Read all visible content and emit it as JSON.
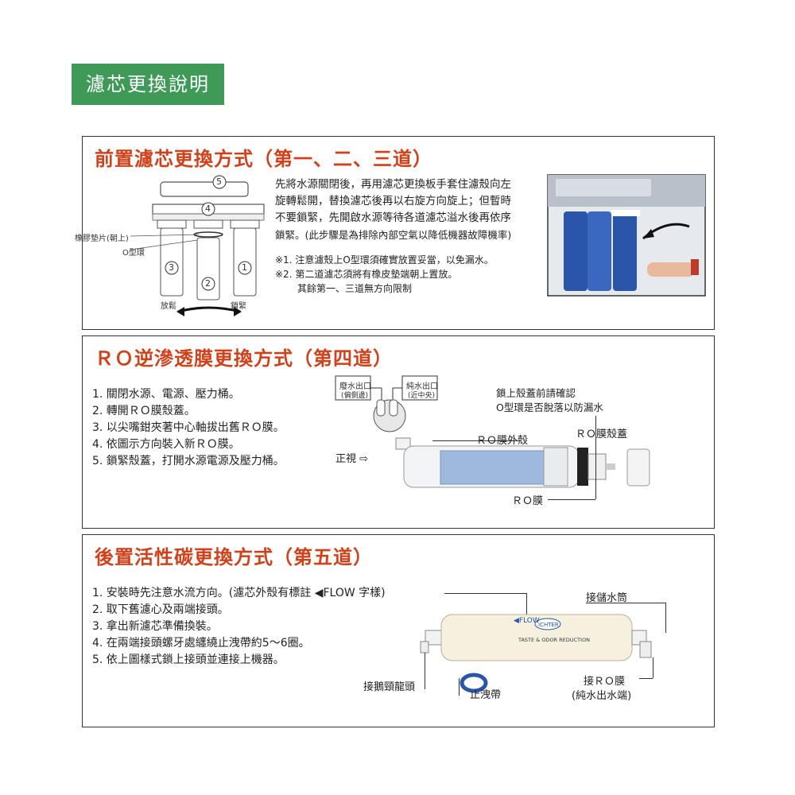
{
  "header": {
    "title": "濾芯更換說明"
  },
  "section1": {
    "title": "前置濾芯更換方式（第一、二、三道）",
    "diagram_labels": {
      "gasket": "橡膠墊片(朝上)",
      "oring": "O型環",
      "loosen": "放鬆",
      "tighten": "鎖緊",
      "n1": "1",
      "n2": "2",
      "n3": "3",
      "n4": "4",
      "n5": "5"
    },
    "paragraph": [
      "先將水源關閉後，再用濾芯更換板手套住濾殼向左",
      "旋轉鬆開，替換濾芯後再以右旋方向旋上；但暫時",
      "不要鎖緊，先開啟水源等待各道濾芯溢水後再依序",
      "鎖緊。(此步驟是為排除內部空氣以降低機器故障機率)"
    ],
    "notes": [
      "※1. 注意濾殼上O型環須確實放置妥當，以免漏水。",
      "※2. 第二道濾芯須將有橡皮墊端朝上置放。",
      "其餘第一、三道無方向限制"
    ]
  },
  "section2": {
    "title": "ＲＯ逆滲透膜更換方式（第四道）",
    "steps": [
      "1. 關閉水源、電源、壓力桶。",
      "2. 轉開ＲＯ膜殼蓋。",
      "3. 以尖嘴鉗夾著中心軸拔出舊ＲＯ膜。",
      "4. 依圖示方向裝入新ＲＯ膜。",
      "5. 鎖緊殼蓋，打開水源電源及壓力桶。"
    ],
    "front_view": "正視",
    "waste_outlet": "廢水出口",
    "waste_outlet_sub": "(偏側邊)",
    "pure_outlet": "純水出口",
    "pure_outlet_sub": "(近中央)",
    "confirm_note": [
      "鎖上殼蓋前請確認",
      "O型環是否脫落以防漏水"
    ],
    "ro_housing": "ＲＯ膜外殼",
    "ro_cap": "ＲＯ膜殼蓋",
    "ro_membrane": "ＲＯ膜"
  },
  "section3": {
    "title": "後置活性碳更換方式（第五道）",
    "steps": [
      "1. 安裝時先注意水流方向。(濾芯外殼有標註 ◀FLOW 字樣)",
      "2. 取下舊濾心及兩端接頭。",
      "3. 拿出新濾芯準備換裝。",
      "4. 在兩端接頭螺牙處纏繞止洩帶約5～6圈。",
      "5. 依上圖樣式鎖上接頭並連接上機器。"
    ],
    "storage_tank": "接儲水筒",
    "faucet": "接鵝頸龍頭",
    "tape": "止洩帶",
    "ro_connect": "接ＲＯ膜",
    "ro_connect_sub": "(純水出水端)",
    "filter_flow": "◀FLOW",
    "filter_brand": "ICHTER",
    "filter_text": "TASTE & ODOR REDUCTION"
  },
  "colors": {
    "header_bg": "#3f9a57",
    "title_red": "#d2401a",
    "filter_blue": "#2a55a8"
  }
}
